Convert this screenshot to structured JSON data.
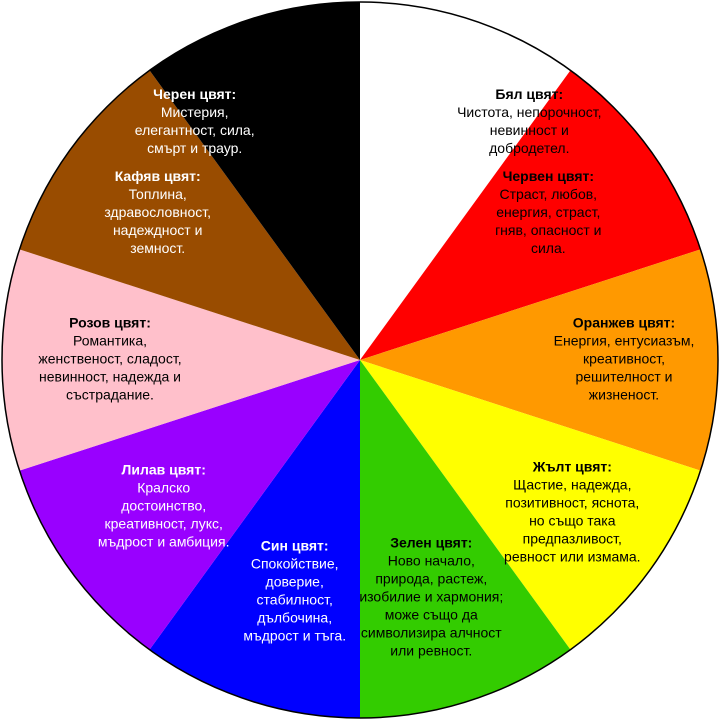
{
  "wheel": {
    "segments": [
      {
        "key": "white",
        "title": "Бял цвят:",
        "lines": [
          "Чистота, непорочност,",
          "невинност и",
          "добродетел."
        ],
        "color": "#ffffff",
        "text_color": "#000000",
        "title_color": "#000000"
      },
      {
        "key": "red",
        "title": "Червен цвят:",
        "lines": [
          "Страст, любов,",
          "енергия, страст,",
          "гняв, опасност и",
          "сила."
        ],
        "color": "#ff0000",
        "text_color": "#000000",
        "title_color": "#000000"
      },
      {
        "key": "orange",
        "title": "Оранжев цвят:",
        "lines": [
          "Енергия, ентусиазъм,",
          "креативност,",
          "решителност и",
          "жизненост."
        ],
        "color": "#ff9900",
        "text_color": "#000000",
        "title_color": "#000000"
      },
      {
        "key": "yellow",
        "title": "Жълт цвят:",
        "lines": [
          "Щастие, надежда,",
          "позитивност, яснота,",
          "но също така",
          "предпазливост,",
          "ревност или измама."
        ],
        "color": "#ffff00",
        "text_color": "#000000",
        "title_color": "#000000"
      },
      {
        "key": "green",
        "title": "Зелен цвят:",
        "lines": [
          "Ново начало,",
          "природа, растеж,",
          "изобилие и хармония;",
          "може също да",
          "символизира алчност",
          "или ревност."
        ],
        "color": "#33cc00",
        "text_color": "#000000",
        "title_color": "#000000"
      },
      {
        "key": "blue",
        "title": "Син цвят:",
        "lines": [
          "Спокойствие,",
          "доверие,",
          "стабилност,",
          "дълбочина,",
          "мъдрост и тъга."
        ],
        "color": "#0000ff",
        "text_color": "#ffffff",
        "title_color": "#ffffff"
      },
      {
        "key": "purple",
        "title": "Лилав цвят:",
        "lines": [
          "Кралско",
          "достоинство,",
          "креативност, лукс,",
          "мъдрост и амбиция."
        ],
        "color": "#9900ff",
        "text_color": "#ffffff",
        "title_color": "#ffffff"
      },
      {
        "key": "pink",
        "title": "Розов цвят:",
        "lines": [
          "Романтика,",
          "женственост, сладост,",
          "невинност, надежда и",
          "състрадание."
        ],
        "color": "#ffc0cb",
        "text_color": "#000000",
        "title_color": "#000000"
      },
      {
        "key": "brown",
        "title": "Кафяв цвят:",
        "lines": [
          "Топлина,",
          "здравословност,",
          "надеждност и",
          "земност."
        ],
        "color": "#994c00",
        "text_color": "#ffffff",
        "title_color": "#ffffff"
      },
      {
        "key": "black",
        "title": "Черен цвят:",
        "lines": [
          "Мистерия,",
          "елегантност, сила,",
          "смърт и траур."
        ],
        "color": "#000000",
        "text_color": "#ffffff",
        "title_color": "#ffffff"
      }
    ]
  }
}
